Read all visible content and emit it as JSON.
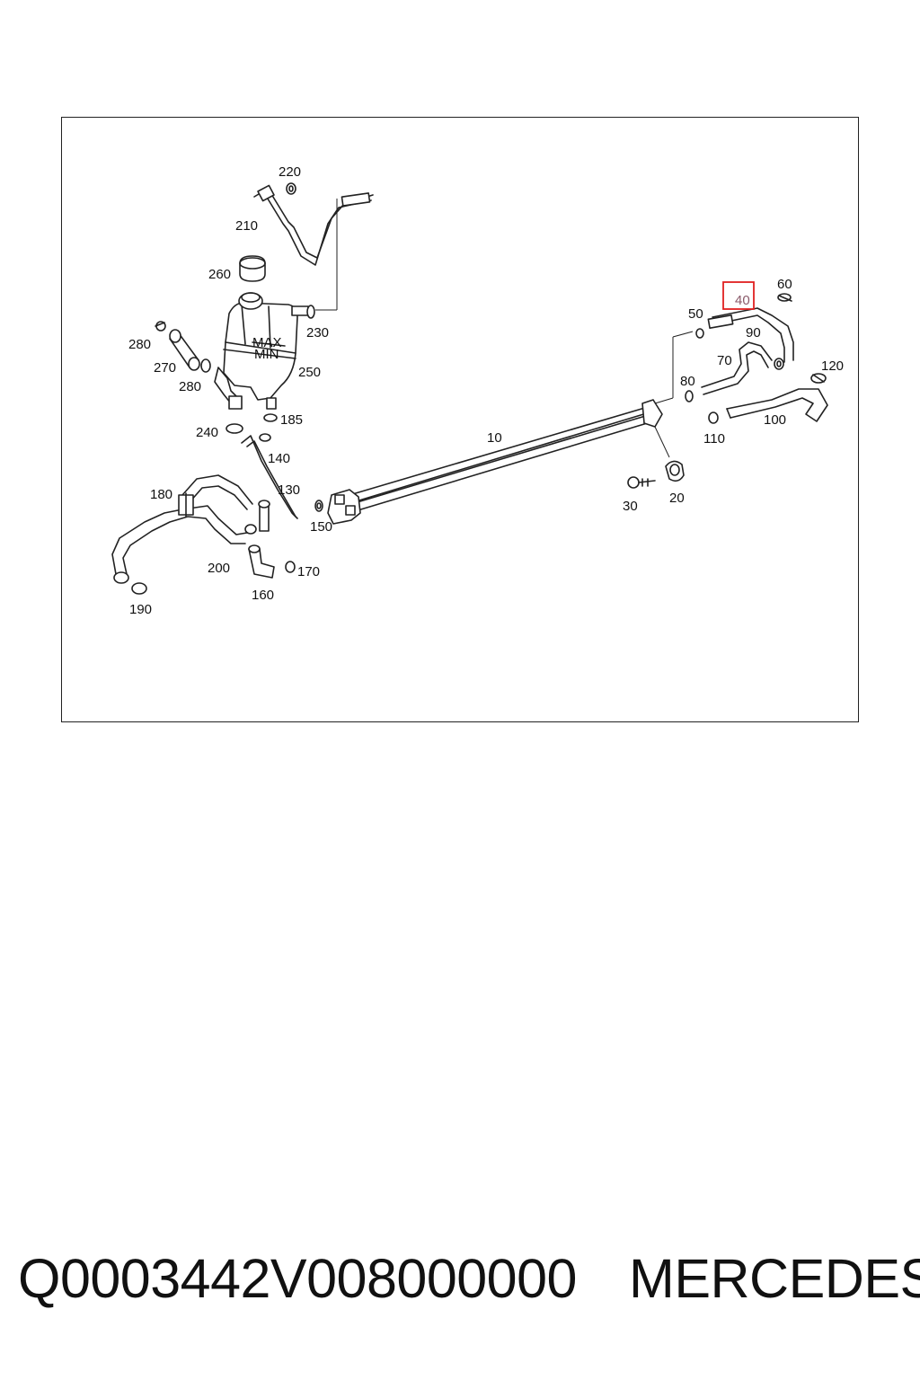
{
  "labels": {
    "l10": "10",
    "l20": "20",
    "l30": "30",
    "l40": "40",
    "l50": "50",
    "l60": "60",
    "l70": "70",
    "l80": "80",
    "l90": "90",
    "l100": "100",
    "l110": "110",
    "l120": "120",
    "l130": "130",
    "l140": "140",
    "l150": "150",
    "l160": "160",
    "l170": "170",
    "l180": "180",
    "l185": "185",
    "l190": "190",
    "l200": "200",
    "l210": "210",
    "l220": "220",
    "l230": "230",
    "l240": "240",
    "l250": "250",
    "l260": "260",
    "l270": "270",
    "l280a": "280",
    "l280b": "280"
  },
  "tank_markings": {
    "max": "MAX",
    "min": "MIN"
  },
  "highlight": {
    "part": "40",
    "color": "#e02020"
  },
  "footer": {
    "part_number": "Q0003442V008000000",
    "brand": "MERCEDES"
  }
}
